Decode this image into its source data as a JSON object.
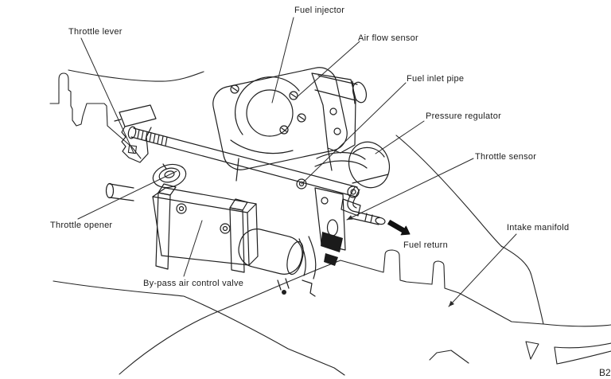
{
  "figure": {
    "type": "technical-line-diagram",
    "subject": "Throttle body and fuel injection assembly on intake manifold",
    "background_color": "#ffffff",
    "line_color": "#1f1f1f",
    "page_code": "B2",
    "labels": [
      {
        "id": "throttle-lever",
        "text": "Throttle lever"
      },
      {
        "id": "fuel-injector",
        "text": "Fuel injector"
      },
      {
        "id": "air-flow-sensor",
        "text": "Air flow sensor"
      },
      {
        "id": "fuel-inlet-pipe",
        "text": "Fuel inlet pipe"
      },
      {
        "id": "pressure-regulator",
        "text": "Pressure regulator"
      },
      {
        "id": "throttle-sensor",
        "text": "Throttle sensor"
      },
      {
        "id": "intake-manifold",
        "text": "Intake manifold"
      },
      {
        "id": "fuel-return",
        "text": "Fuel return"
      },
      {
        "id": "throttle-opener",
        "text": "Throttle opener"
      },
      {
        "id": "by-pass-air-control-valve",
        "text": "By-pass air control valve"
      }
    ]
  }
}
